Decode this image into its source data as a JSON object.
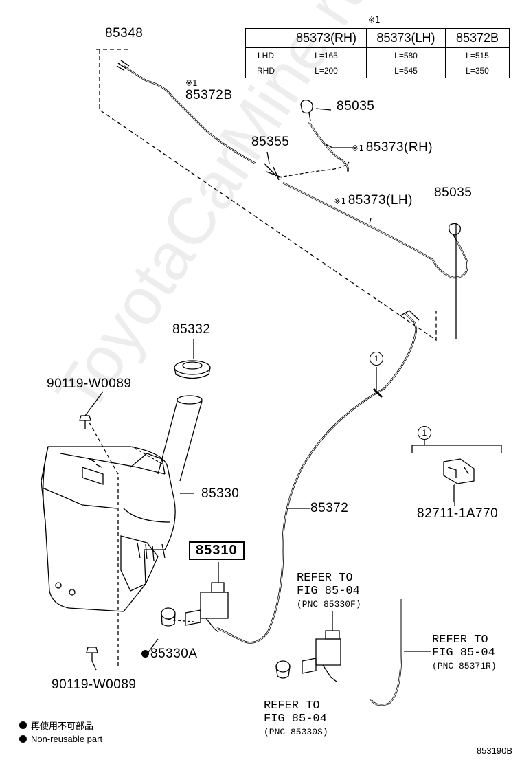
{
  "table": {
    "note_mark": "※1",
    "headers": [
      "",
      "85373(RH)",
      "85373(LH)",
      "85372B"
    ],
    "rows": [
      [
        "LHD",
        "L=165",
        "L=580",
        "L=515"
      ],
      [
        "RHD",
        "L=200",
        "L=545",
        "L=350"
      ]
    ]
  },
  "labels": {
    "p85348": "85348",
    "p85372B": "85372B",
    "p85372B_mark": "※1",
    "p85035_top": "85035",
    "p85355": "85355",
    "p85373RH": "85373(RH)",
    "p85373RH_mark": "※1",
    "p85373LH": "85373(LH)",
    "p85373LH_mark": "※1",
    "p85035_right": "85035",
    "p85332": "85332",
    "p90119_top": "90119-W0089",
    "p85330": "85330",
    "p85372": "85372",
    "p85310": "85310",
    "p85330A": "85330A",
    "p90119_bottom": "90119-W0089",
    "p82711": "82711-1A770",
    "callout1": "1",
    "callout2": "1"
  },
  "refs": {
    "ref1": {
      "line1": "REFER TO",
      "line2": "FIG 85-04",
      "line3": "(PNC 85330F)"
    },
    "ref2": {
      "line1": "REFER TO",
      "line2": "FIG 85-04",
      "line3": "(PNC 85371R)"
    },
    "ref3": {
      "line1": "REFER TO",
      "line2": "FIG 85-04",
      "line3": "(PNC 85330S)"
    }
  },
  "legend": {
    "japanese": "再使用不可部品",
    "english": "Non-reusable part"
  },
  "figure_id": "853190B",
  "watermark": "ToyotaCarMine.ru"
}
